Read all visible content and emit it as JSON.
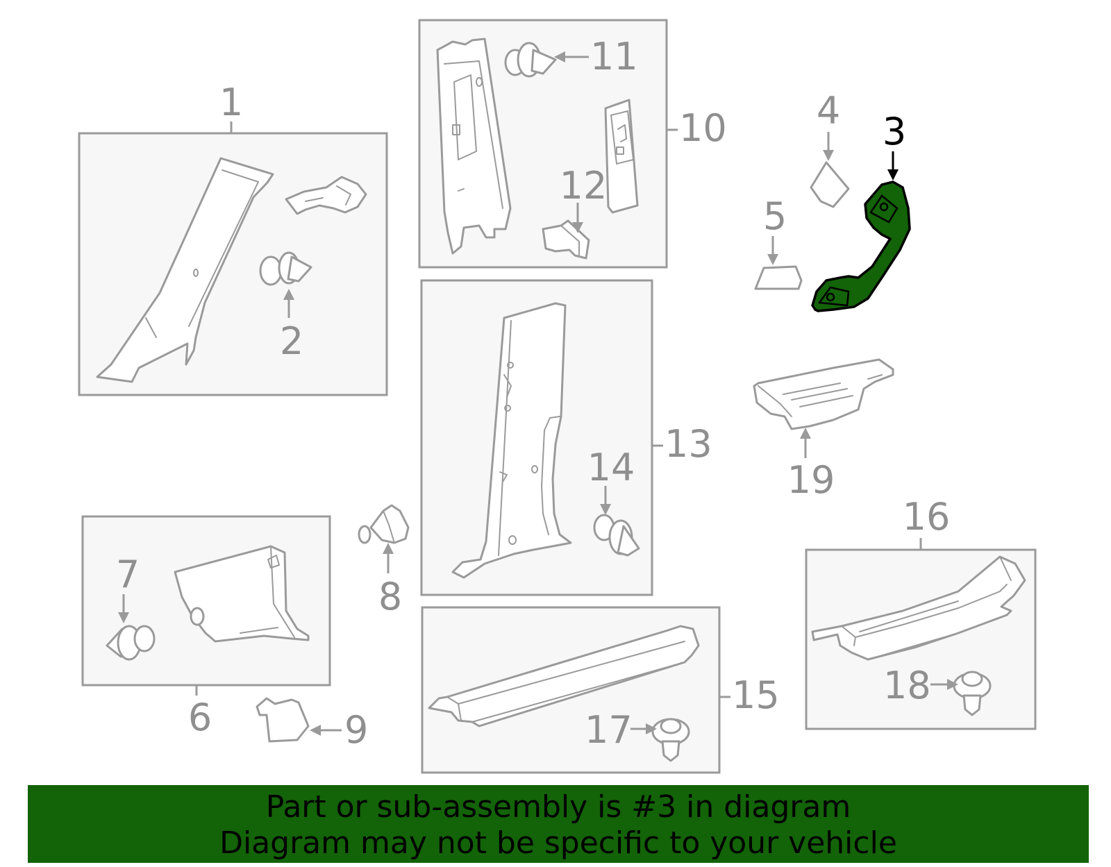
{
  "colors": {
    "highlight_fill": "#136308",
    "banner_bg": "#136308",
    "line_gray": "#9a9a9a",
    "box_fill": "#f7f7f7"
  },
  "callouts": {
    "c1": "1",
    "c2": "2",
    "c3": "3",
    "c4": "4",
    "c5": "5",
    "c6": "6",
    "c7": "7",
    "c8": "8",
    "c9": "9",
    "c10": "10",
    "c11": "11",
    "c12": "12",
    "c13": "13",
    "c14": "14",
    "c15": "15",
    "c16": "16",
    "c17": "17",
    "c18": "18",
    "c19": "19"
  },
  "highlighted_part": "3",
  "banner": {
    "line1": "Part or sub-assembly is #3 in diagram",
    "line2": "Diagram may not be specific to your vehicle"
  }
}
